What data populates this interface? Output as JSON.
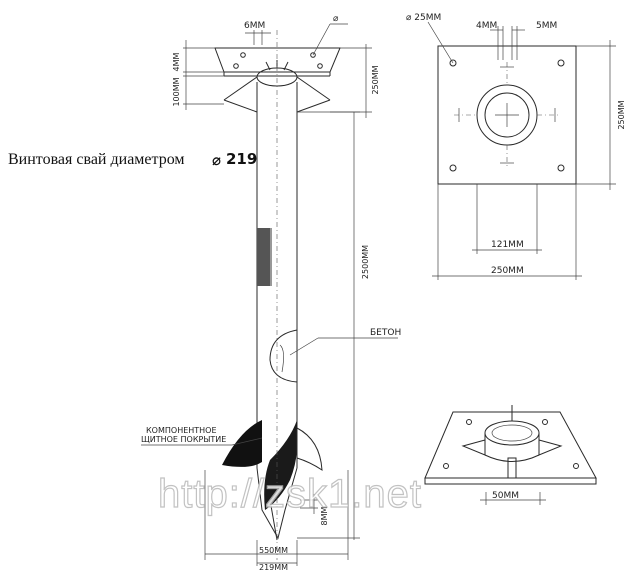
{
  "caption": {
    "text": "Винтовая свай диаметром",
    "diameter": "219",
    "symbol": "⌀"
  },
  "pile_view": {
    "labels": {
      "top_width": "6MM",
      "hole": "⌀",
      "plate_thickness": "4MM",
      "top_100": "100MM",
      "height_250": "250MM",
      "length": "2500MM",
      "concrete": "БЕТОН",
      "coating_line1": "КОМПОНЕНТНОЕ",
      "coating_line2": "ЩИТНОЕ ПОКРЫТИЕ",
      "blade_thickness": "8MM",
      "blade_diameter": "550MM",
      "pipe_diameter": "219MM"
    }
  },
  "plate_top_view": {
    "labels": {
      "hole": "⌀ 25MM",
      "rib1": "4MM",
      "rib2": "5MM",
      "height": "250MM",
      "inner": "121MM",
      "width": "250MM"
    }
  },
  "plate_iso_view": {
    "labels": {
      "height": "50MM"
    }
  },
  "watermark": "http://zsk1.net"
}
